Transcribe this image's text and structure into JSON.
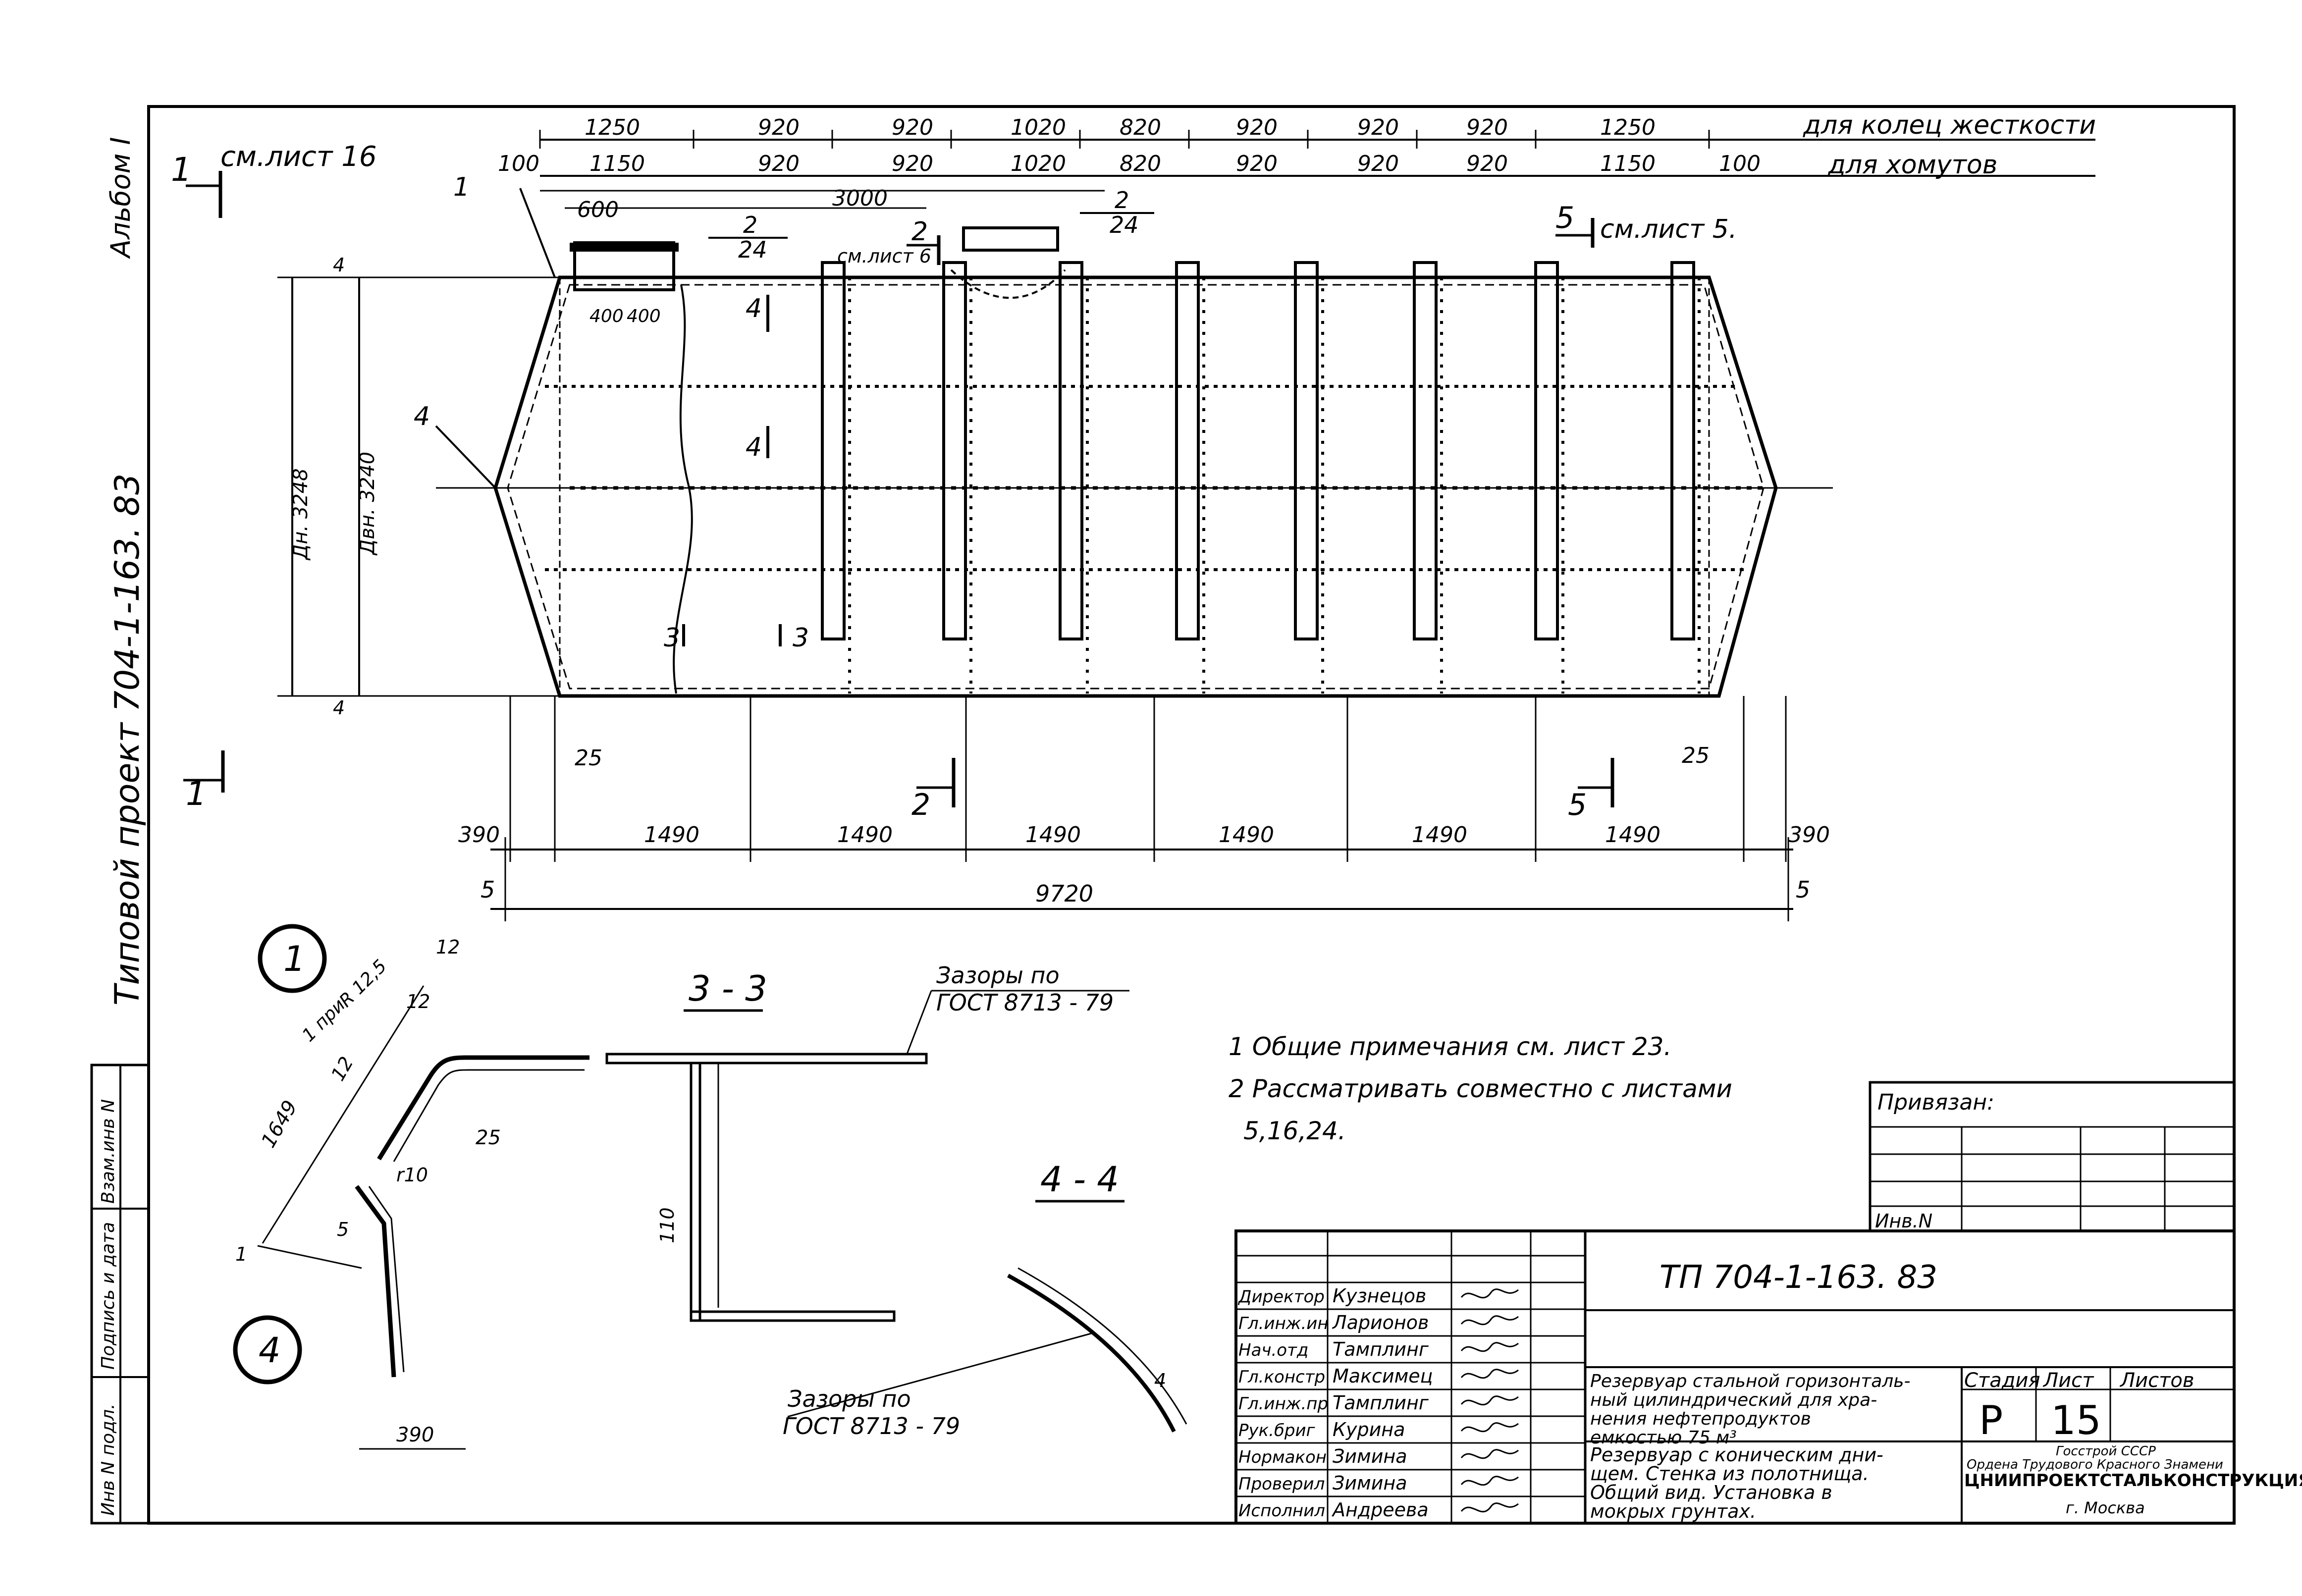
{
  "side_labels": {
    "album": "Альбом I",
    "project": "Типовой проект 704-1-163. 83"
  },
  "stamp_column": {
    "inv_podl": "Инв N подл.",
    "podpis": "Подпись и дата",
    "vzam": "Взам.инв N"
  },
  "refs": {
    "sheet16": "см.лист 16",
    "sheet5": "см.лист 5.",
    "sheet6": "см.лист 6"
  },
  "section_marks": {
    "s1": "1",
    "s2": "2",
    "s3": "3",
    "s4": "4",
    "s5": "5"
  },
  "dims": {
    "row1_label": "для колец жесткости",
    "row2_label": "для хомутов",
    "row1": [
      "1250",
      "920",
      "920",
      "1020",
      "820",
      "920",
      "920",
      "920",
      "1250"
    ],
    "row2": [
      "100",
      "1150",
      "920",
      "920",
      "1020",
      "820",
      "920",
      "920",
      "920",
      "1150",
      "100"
    ],
    "d600": "600",
    "d3000": "3000",
    "d400a": "400",
    "d400b": "400",
    "leader_num": "2",
    "leader_den": "24",
    "bottom": [
      "390",
      "1490",
      "1490",
      "1490",
      "1490",
      "1490",
      "1490",
      "390"
    ],
    "total": "9720",
    "end5": "5",
    "d25": "25",
    "d4": "4",
    "dn": "Дн. 3248",
    "dvn": "Двн. 3240",
    "callout1": "1",
    "callout4": "4"
  },
  "detail1": {
    "title": "1",
    "radius": "R 12,5",
    "radius_pre": "1 при",
    "d12a": "12",
    "d12b": "12",
    "d12c": "12",
    "d25": "25",
    "d1649": "1649",
    "r10": "r10",
    "d5": "5",
    "d1": "1",
    "d390": "390"
  },
  "detail4_title": "4",
  "sec33": {
    "title": "3 - 3",
    "gap_label": "Зазоры по",
    "gost": "ГОСТ 8713 - 79",
    "d110": "110"
  },
  "sec44": {
    "title": "4 - 4",
    "gap_label": "Зазоры по",
    "gost": "ГОСТ 8713 - 79",
    "d4": "4"
  },
  "notes": [
    "1  Общие примечания см. лист 23.",
    "2  Рассматривать совместно с листами",
    "5,16,24."
  ],
  "privyazan": {
    "label": "Привязан:",
    "inv": "Инв.N"
  },
  "title_block": {
    "code": "ТП 704-1-163. 83",
    "people": [
      {
        "role": "Директор",
        "name": "Кузнецов"
      },
      {
        "role": "Гл.инж.ин",
        "name": "Ларионов"
      },
      {
        "role": "Нач.отд",
        "name": "Тамплинг"
      },
      {
        "role": "Гл.констр",
        "name": "Максимец"
      },
      {
        "role": "Гл.инж.пр",
        "name": "Тамплинг"
      },
      {
        "role": "Рук.бриг",
        "name": "Курина"
      },
      {
        "role": "Нормакон",
        "name": "Зимина"
      },
      {
        "role": "Проверил",
        "name": "Зимина"
      },
      {
        "role": "Исполнил",
        "name": "Андреева"
      }
    ],
    "desc1": [
      "Резервуар стальной горизонталь-",
      "ный цилиндрический для хра-",
      "нения нефтепродуктов",
      "емкостью 75 м³"
    ],
    "desc2": [
      "Резервуар с коническим дни-",
      "щем. Стенка из полотнища.",
      "Общий вид. Установка в",
      "мокрых грунтах."
    ],
    "stadiya_label": "Стадия",
    "list_label": "Лист",
    "listov_label": "Листов",
    "stadiya": "Р",
    "list": "15",
    "listov": "",
    "org1": "Госстрой СССР",
    "org2": "Ордена Трудового Красного Знамени",
    "org3": "ЦНИИПРОЕКТСТАЛЬКОНСТРУКЦИЯ",
    "city": "г. Москва"
  }
}
